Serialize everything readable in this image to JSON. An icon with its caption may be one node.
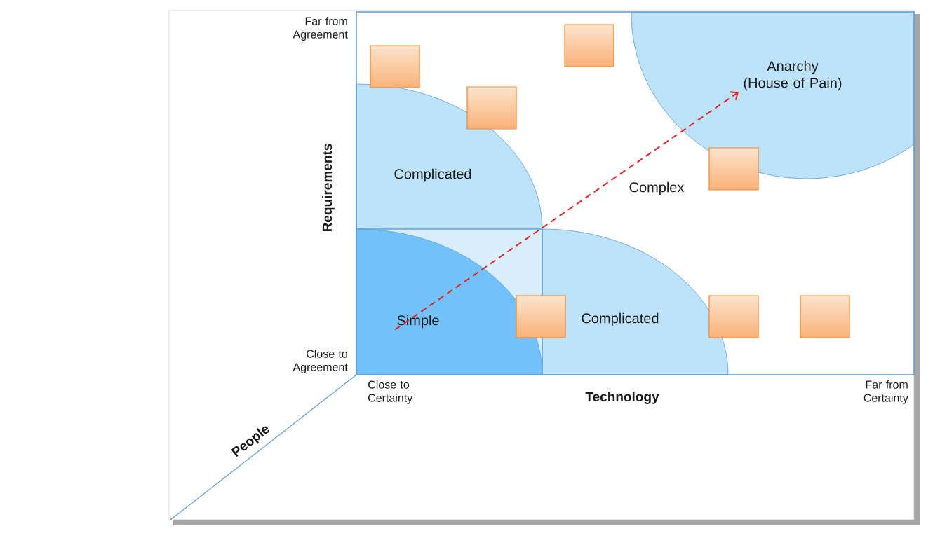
{
  "diagram": {
    "nodes": [
      {
        "text": [
          "Complicated"
        ]
      },
      {
        "text": [
          "Anarchy (House of Pain)"
        ]
      },
      {
        "text": [
          "Simple"
        ]
      },
      {
        "text": [
          "Complicated"
        ]
      },
      {
        "text": [],
        "shape": "box"
      },
      {
        "text": [],
        "shape": "box"
      },
      {
        "text": [],
        "shape": "box"
      },
      {
        "text": [],
        "shape": "box"
      },
      {
        "text": [],
        "shape": "box"
      },
      {
        "text": [],
        "shape": "box"
      },
      {
        "text": [],
        "shape": "box"
      }
    ],
    "edges": [
      {
        "from": 2,
        "to": 1,
        "arrow": "to",
        "style": "dashed",
        "color": "#e52222"
      }
    ],
    "labels": [
      "Far from Agreement",
      "Requirements",
      "Complex",
      "Close to Agreement",
      "Close to Certainty",
      "Technology",
      "Far from Certainty",
      "People"
    ]
  }
}
